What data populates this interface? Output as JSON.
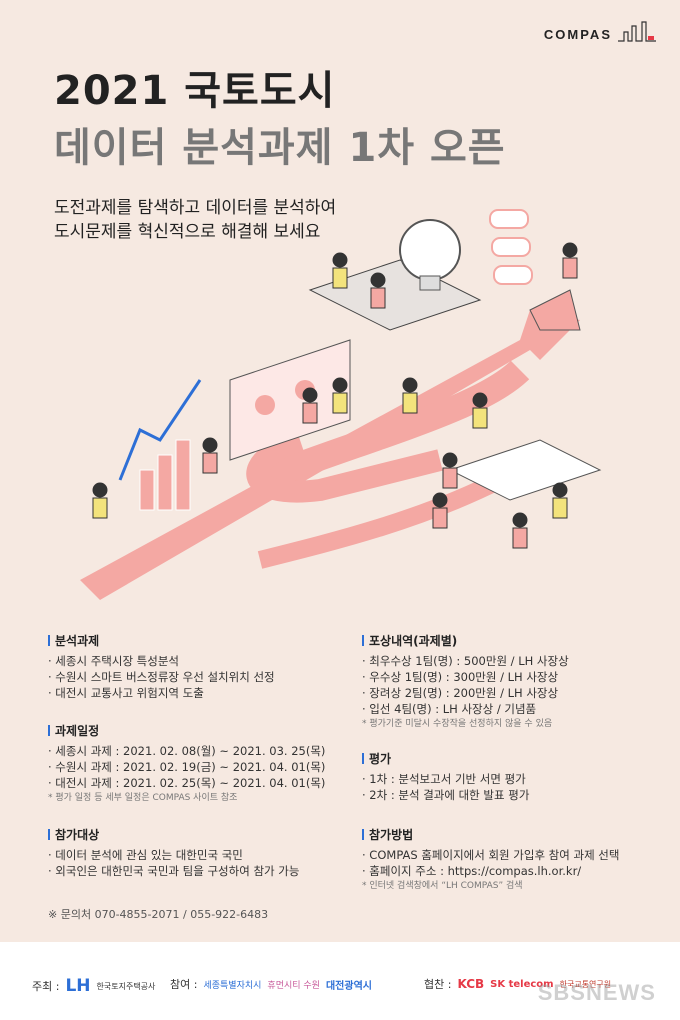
{
  "brand": {
    "name": "COMPAS"
  },
  "title": {
    "line1": "2021 국토도시",
    "line2": "데이터 분석과제 1차 오픈"
  },
  "subtitle": {
    "line1": "도전과제를 탐색하고 데이터를 분석하여",
    "line2": "도시문제를 혁신적으로 해결해 보세요"
  },
  "sections": {
    "analysis": {
      "title": "분석과제",
      "items": [
        "· 세종시 주택시장 특성분석",
        "· 수원시 스마트 버스정류장 우선 설치위치 선정",
        "· 대전시 교통사고 위험지역 도출"
      ]
    },
    "schedule": {
      "title": "과제일정",
      "items": [
        "· 세종시 과제 : 2021. 02. 08(월) ~ 2021. 03. 25(목)",
        "· 수원시 과제 : 2021. 02. 19(금) ~ 2021. 04. 01(목)",
        "· 대전시 과제 : 2021. 02. 25(목) ~ 2021. 04. 01(목)"
      ],
      "note": "* 평가 일정 등 세부 일정은 COMPAS 사이트 참조"
    },
    "target": {
      "title": "참가대상",
      "items": [
        "· 데이터 분석에 관심 있는 대한민국 국민",
        "· 외국인은 대한민국 국민과 팀을 구성하여 참가 가능"
      ]
    },
    "awards": {
      "title": "포상내역(과제별)",
      "items": [
        "· 최우수상 1팀(명) : 500만원 / LH 사장상",
        "· 우수상 1팀(명) : 300만원 / LH 사장상",
        "· 장려상 2팀(명) : 200만원 / LH 사장상",
        "· 입선 4팀(명) : LH 사장상 / 기념품"
      ],
      "note": "* 평가기준 미달시 수장작을 선정하지 않을 수 있음"
    },
    "evaluation": {
      "title": "평가",
      "items": [
        "· 1차 : 분석보고서 기반 서면 평가",
        "· 2차 : 분석 결과에 대한 발표 평가"
      ]
    },
    "method": {
      "title": "참가방법",
      "items": [
        "· COMPAS 홈페이지에서 회원 가입후 참여 과제 선택",
        "· 홈페이지 주소 : https://compas.lh.or.kr/"
      ],
      "note": "* 인터넷 검색창에서 “LH COMPAS” 검색"
    }
  },
  "contact": {
    "label": "※ 문의처",
    "phones": "070-4855-2071 / 055-922-6483"
  },
  "footer": {
    "host_label": "주최 :",
    "host_logo": "LH",
    "host_name": "한국토지주택공사",
    "participants_label": "참여 :",
    "sejong": "세종특별자치시",
    "suwon": "휴먼시티 수원",
    "daejeon": "대전광역시",
    "cooperation_label": "협찬 :",
    "kcb": "KCB",
    "sk": "SK telecom",
    "koti": "한국교통연구원"
  },
  "watermark": "SBSNEWS",
  "colors": {
    "background": "#f6e9e1",
    "accent_pink": "#f4a8a3",
    "accent_blue": "#2d6fd6",
    "lh_green": "#8cc63f"
  }
}
